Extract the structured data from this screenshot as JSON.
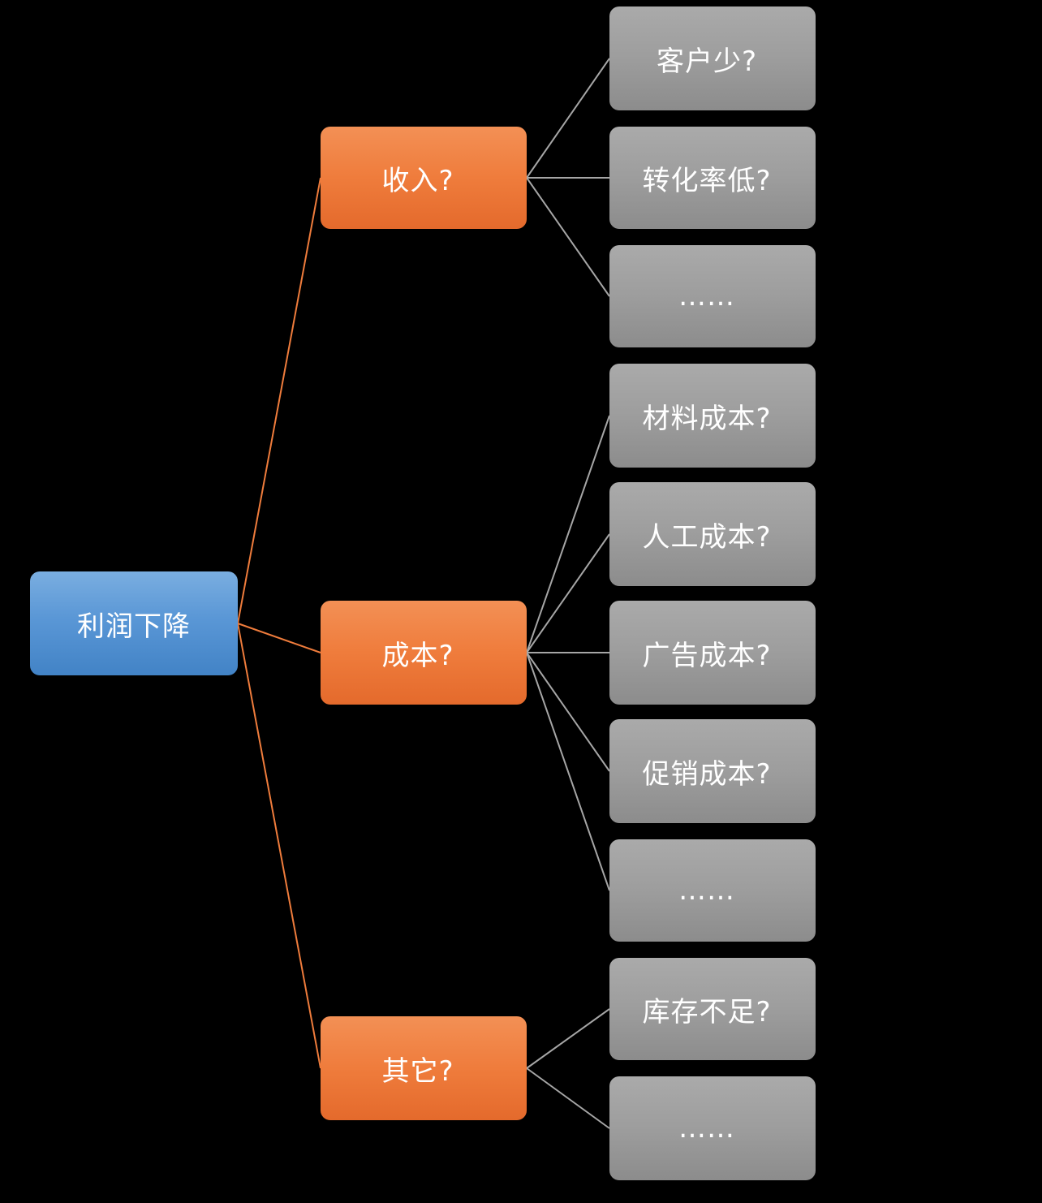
{
  "colors": {
    "root": "#5a97d6",
    "mid": "#ef7c3c",
    "leaf": "#9d9d9d",
    "root_link": "#ef7c3c",
    "leaf_link": "#a6a6a6",
    "background": "#000000"
  },
  "root": {
    "label": "利润下降"
  },
  "mids": [
    {
      "label": "收入?"
    },
    {
      "label": "成本?"
    },
    {
      "label": "其它?"
    }
  ],
  "leaves": [
    {
      "label": "客户少?"
    },
    {
      "label": "转化率低?"
    },
    {
      "label": "……"
    },
    {
      "label": "材料成本?"
    },
    {
      "label": "人工成本?"
    },
    {
      "label": "广告成本?"
    },
    {
      "label": "促销成本?"
    },
    {
      "label": "……"
    },
    {
      "label": "库存不足?"
    },
    {
      "label": "……"
    }
  ]
}
